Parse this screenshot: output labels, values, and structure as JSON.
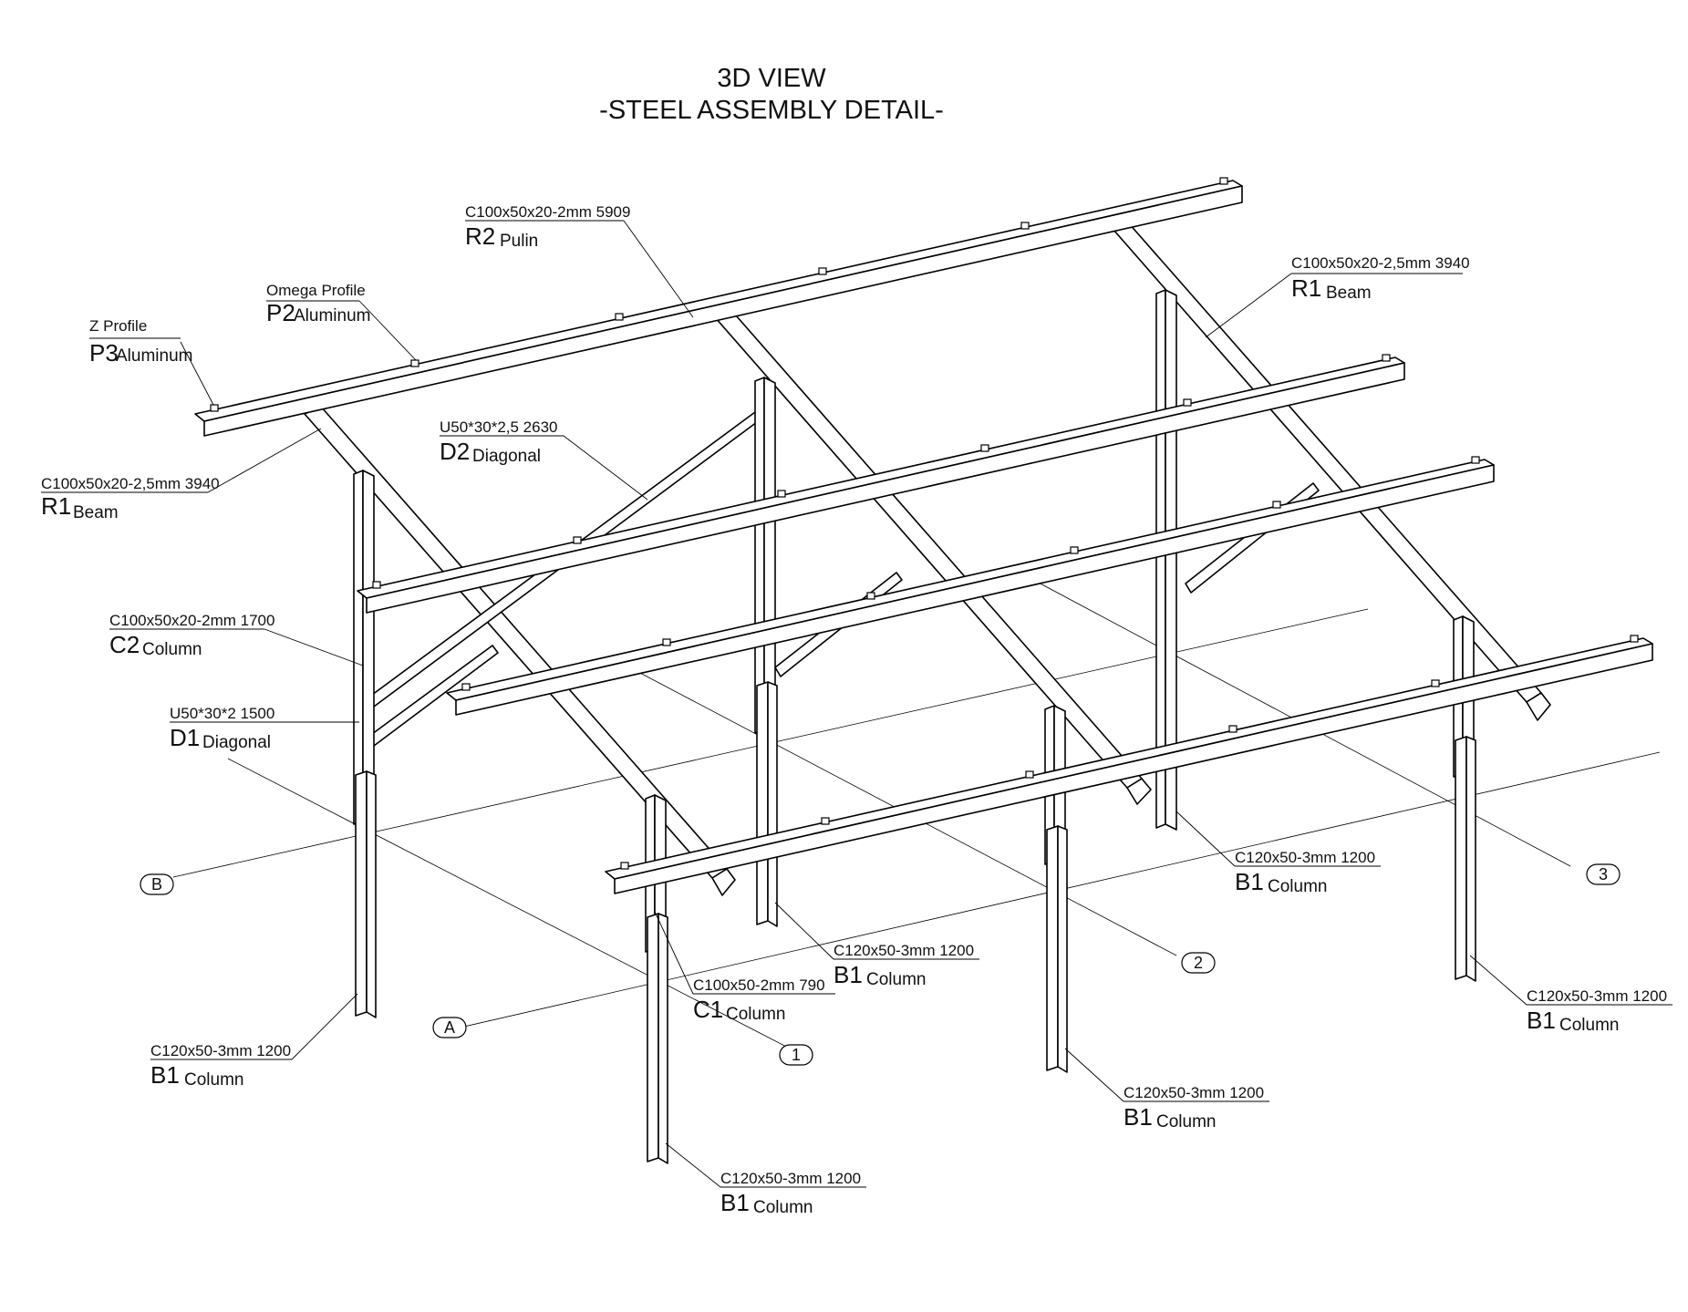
{
  "title": {
    "line1": "3D VIEW",
    "line2": "-STEEL ASSEMBLY DETAIL-"
  },
  "callouts": [
    {
      "id": "purlin",
      "spec": "C100x50x20-2mm 5909",
      "code": "R2",
      "name": "Pulin"
    },
    {
      "id": "omega",
      "spec": "Omega Profile",
      "code": "P2",
      "name": "Aluminum"
    },
    {
      "id": "zprofile",
      "spec": "Z Profile",
      "code": "P3",
      "name": "Aluminum"
    },
    {
      "id": "beam-right",
      "spec": "C100x50x20-2,5mm 3940",
      "code": "R1",
      "name": "Beam"
    },
    {
      "id": "beam-left",
      "spec": "C100x50x20-2,5mm 3940",
      "code": "R1",
      "name": "Beam"
    },
    {
      "id": "diag2",
      "spec": "U50*30*2,5    2630",
      "code": "D2",
      "name": "Diagonal"
    },
    {
      "id": "col2",
      "spec": "C100x50x20-2mm 1700",
      "code": "C2",
      "name": "Column"
    },
    {
      "id": "diag1",
      "spec": "U50*30*2  1500",
      "code": "D1",
      "name": "Diagonal"
    },
    {
      "id": "col1",
      "spec": "C100x50-2mm    790",
      "code": "C1",
      "name": "Column"
    },
    {
      "id": "base-a",
      "spec": "C120x50-3mm    1200",
      "code": "B1",
      "name": "Column"
    },
    {
      "id": "base-b",
      "spec": "C120x50-3mm    1200",
      "code": "B1",
      "name": "Column"
    },
    {
      "id": "base-c",
      "spec": "C120x50-3mm    1200",
      "code": "B1",
      "name": "Column"
    },
    {
      "id": "base-d",
      "spec": "C120x50-3mm    1200",
      "code": "B1",
      "name": "Column"
    },
    {
      "id": "base-e",
      "spec": "C120x50-3mm    1200",
      "code": "B1",
      "name": "Column"
    },
    {
      "id": "base-f",
      "spec": "C120x50-3mm    1200",
      "code": "B1",
      "name": "Column"
    }
  ],
  "grid_labels": [
    "A",
    "B",
    "1",
    "2",
    "3"
  ]
}
